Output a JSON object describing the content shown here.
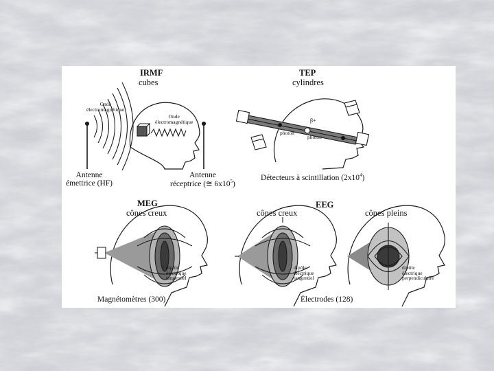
{
  "slide": {
    "background": "marble",
    "colors": {
      "ink": "#1a1a1a",
      "cone_fill": "#7a7a7a",
      "head_dark": "#555555"
    }
  },
  "irmf": {
    "title": "IRMF",
    "subtitle": "cubes",
    "wave_em": [
      "Onde",
      "électromagnétique"
    ],
    "wave_em2": [
      "Onde",
      "électromagnétique"
    ],
    "antenna_tx": [
      "Antenne",
      "émettrice (HF)"
    ],
    "antenna_rx": [
      "Antenne",
      "réceptrice (≅ 6x10",
      "5",
      ")"
    ]
  },
  "tep": {
    "title": "TEP",
    "subtitle": "cylindres",
    "beta": "β+",
    "photon_left": "photon",
    "photon_right": "photon",
    "caption": "Détecteurs à scintillation (2x10",
    "caption_exp": "4",
    "caption_end": ")"
  },
  "meg": {
    "title": "MEG",
    "subtitle": "cônes  creux",
    "dipole": [
      "dipôle",
      "électrique",
      "tangentiel"
    ],
    "caption": "Magnétomètres (300)"
  },
  "eeg": {
    "title": "EEG",
    "subtitle_hollow": "cônes  creux",
    "subtitle_full": "cônes  pleins",
    "dipole_tangential": [
      "dipôle",
      "électrique",
      "tangentiel"
    ],
    "dipole_perpendicular": [
      "dipôle",
      "électrique",
      "perpendiculaire"
    ],
    "caption": "Électrodes (128)"
  }
}
